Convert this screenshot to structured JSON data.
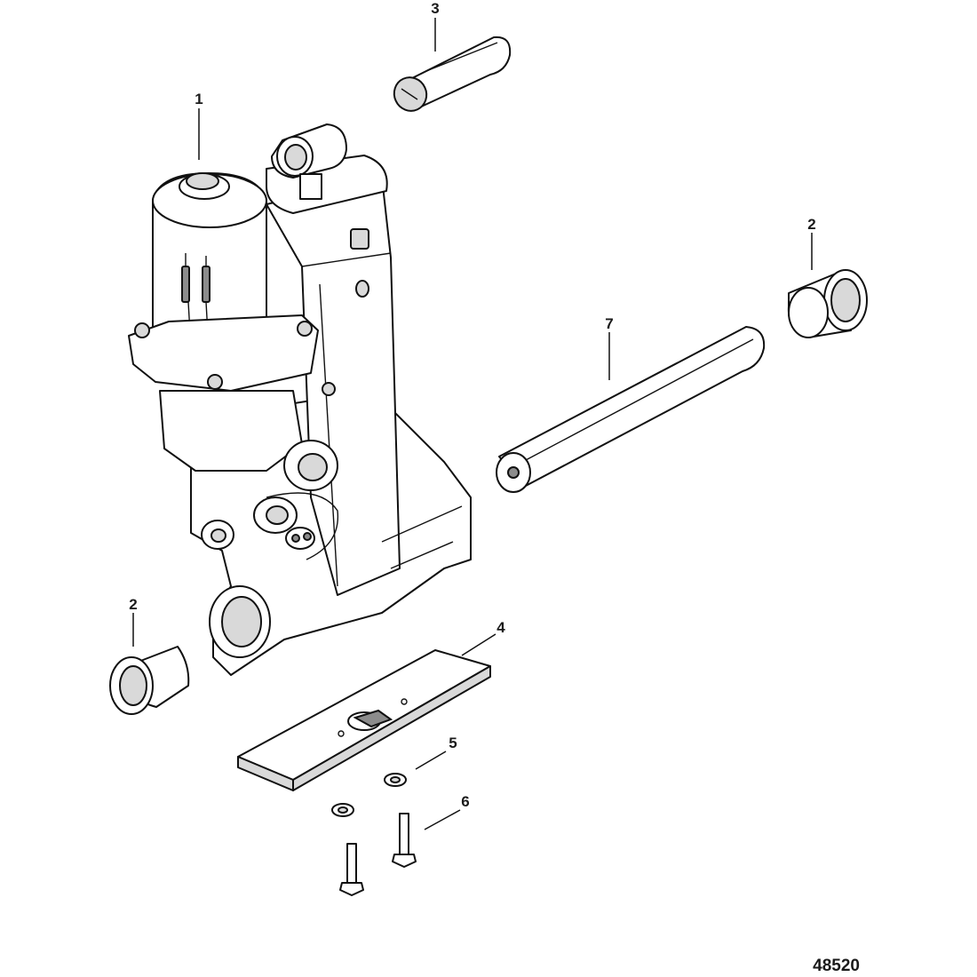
{
  "figure_number": "48520",
  "callouts": {
    "motor_pump_assembly": "1",
    "bushing_left": "2",
    "bushing_right": "2",
    "pin_upper": "3",
    "anode_plate": "4",
    "washer": "5",
    "bolt": "6",
    "pin_long": "7"
  }
}
